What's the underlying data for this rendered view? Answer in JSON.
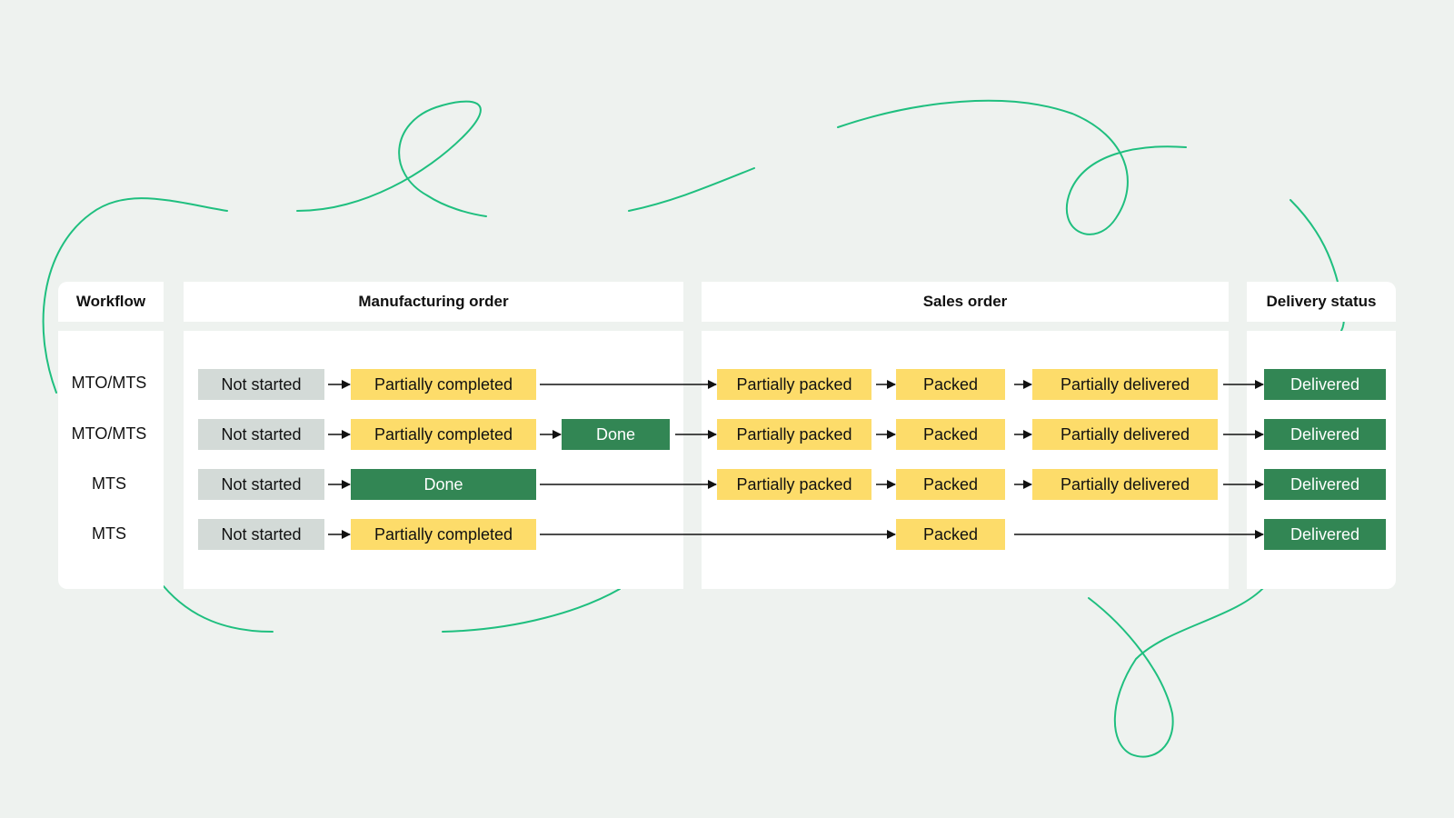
{
  "colors": {
    "background": "#eef2ef",
    "not_started": "#d3dad7",
    "in_progress": "#fddc6a",
    "complete": "#328654",
    "swirl": "#1fbf7f"
  },
  "headers": {
    "workflow": "Workflow",
    "manufacturing": "Manufacturing order",
    "sales": "Sales order",
    "delivery": "Delivery status"
  },
  "rows": [
    {
      "label": "MTO/MTS",
      "steps": [
        "Not started",
        "Partially completed",
        "Partially packed",
        "Packed",
        "Partially delivered",
        "Delivered"
      ]
    },
    {
      "label": "MTO/MTS",
      "steps": [
        "Not started",
        "Partially completed",
        "Done",
        "Partially packed",
        "Packed",
        "Partially delivered",
        "Delivered"
      ]
    },
    {
      "label": "MTS",
      "steps": [
        "Not started",
        "Done",
        "Partially packed",
        "Packed",
        "Partially delivered",
        "Delivered"
      ]
    },
    {
      "label": "MTS",
      "steps": [
        "Not started",
        "Partially completed",
        "Packed",
        "Delivered"
      ]
    }
  ]
}
